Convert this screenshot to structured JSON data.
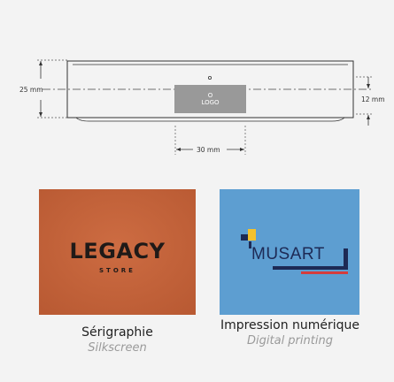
{
  "drawing": {
    "height_label": "25 mm",
    "offset_label": "12 mm",
    "width_label": "30 mm",
    "logo_placeholder_circle": "O",
    "logo_placeholder_text": "LOGO"
  },
  "samples": [
    {
      "name": "Sérigraphie",
      "subtitle": "Silkscreen",
      "background": "#c8663d",
      "logo_line1": "LEGACY",
      "logo_line2": "STORE"
    },
    {
      "name": "Impression numérique",
      "subtitle": "Digital printing",
      "background": "#5d9ed1",
      "logo_text": "MUSART"
    }
  ],
  "colors": {
    "leather": "#c8663d",
    "fabric": "#5d9ed1",
    "logo_box": "#999999",
    "musart_navy": "#1d2a55",
    "musart_yellow": "#f2c12e",
    "musart_red": "#d53c3c"
  }
}
